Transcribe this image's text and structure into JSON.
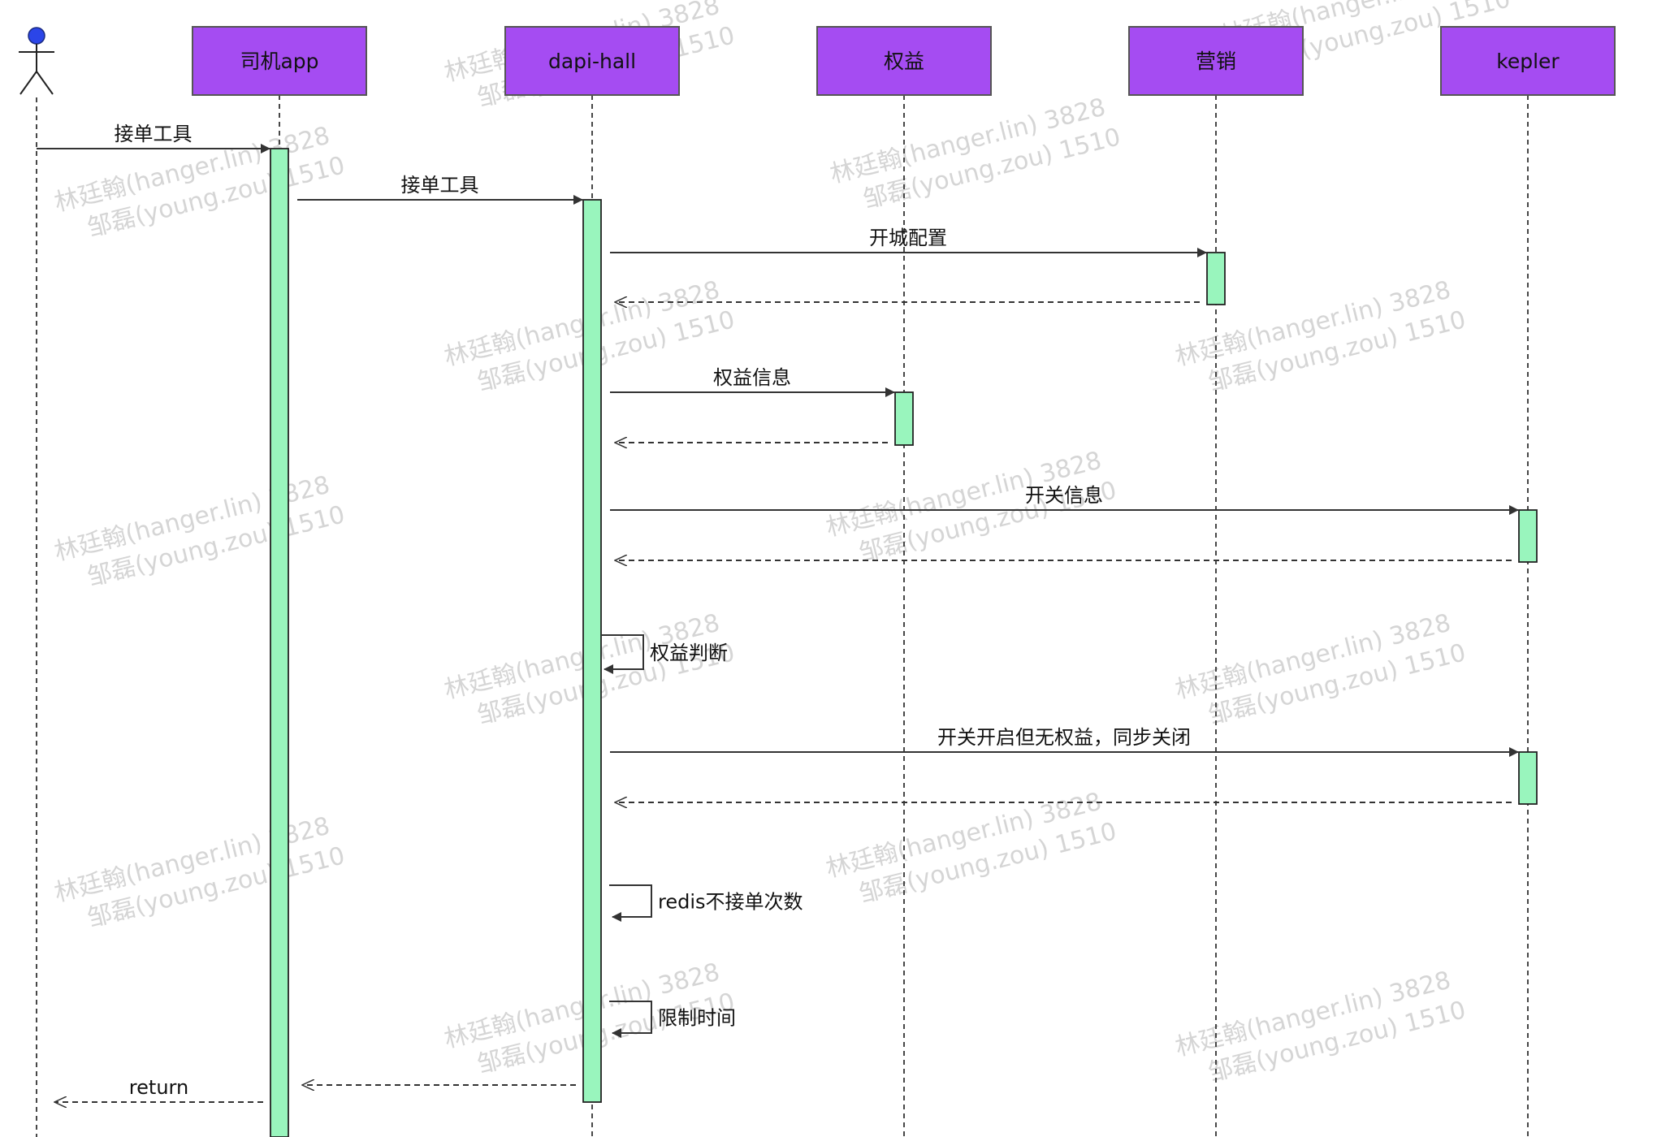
{
  "diagram": {
    "type": "sequence",
    "colors": {
      "participant_fill": "#a54cf2",
      "participant_stroke": "#555555",
      "activation_fill": "#99f5bd",
      "activation_stroke": "#222222",
      "line": "#333333",
      "actor": "#2b45e8",
      "watermark": "#c8c8c8"
    },
    "actor": {
      "name": ""
    },
    "participants": [
      {
        "id": "driver",
        "label": "司机app"
      },
      {
        "id": "dapi",
        "label": "dapi-hall"
      },
      {
        "id": "rights",
        "label": "权益"
      },
      {
        "id": "marketing",
        "label": "营销"
      },
      {
        "id": "kepler",
        "label": "kepler"
      }
    ],
    "messages": [
      {
        "from": "actor",
        "to": "driver",
        "label": "接单工具",
        "style": "solid"
      },
      {
        "from": "driver",
        "to": "dapi",
        "label": "接单工具",
        "style": "solid"
      },
      {
        "from": "dapi",
        "to": "marketing",
        "label": "开城配置",
        "style": "solid"
      },
      {
        "from": "marketing",
        "to": "dapi",
        "label": "",
        "style": "dashed"
      },
      {
        "from": "dapi",
        "to": "rights",
        "label": "权益信息",
        "style": "solid"
      },
      {
        "from": "rights",
        "to": "dapi",
        "label": "",
        "style": "dashed"
      },
      {
        "from": "dapi",
        "to": "kepler",
        "label": "开关信息",
        "style": "solid"
      },
      {
        "from": "kepler",
        "to": "dapi",
        "label": "",
        "style": "dashed"
      },
      {
        "from": "dapi",
        "to": "dapi",
        "label": "权益判断",
        "style": "self"
      },
      {
        "from": "dapi",
        "to": "kepler",
        "label": "开关开启但无权益，同步关闭",
        "style": "solid"
      },
      {
        "from": "kepler",
        "to": "dapi",
        "label": "",
        "style": "dashed"
      },
      {
        "from": "dapi",
        "to": "dapi",
        "label": "redis不接单次数",
        "style": "self"
      },
      {
        "from": "dapi",
        "to": "dapi",
        "label": "限制时间",
        "style": "self"
      },
      {
        "from": "dapi",
        "to": "driver",
        "label": "",
        "style": "dashed"
      },
      {
        "from": "driver",
        "to": "actor",
        "label": "return",
        "style": "dashed"
      }
    ],
    "watermark": {
      "lines": [
        "林廷翰(hanger.lin) 3828",
        "邹磊(young.zou) 1510"
      ]
    }
  }
}
